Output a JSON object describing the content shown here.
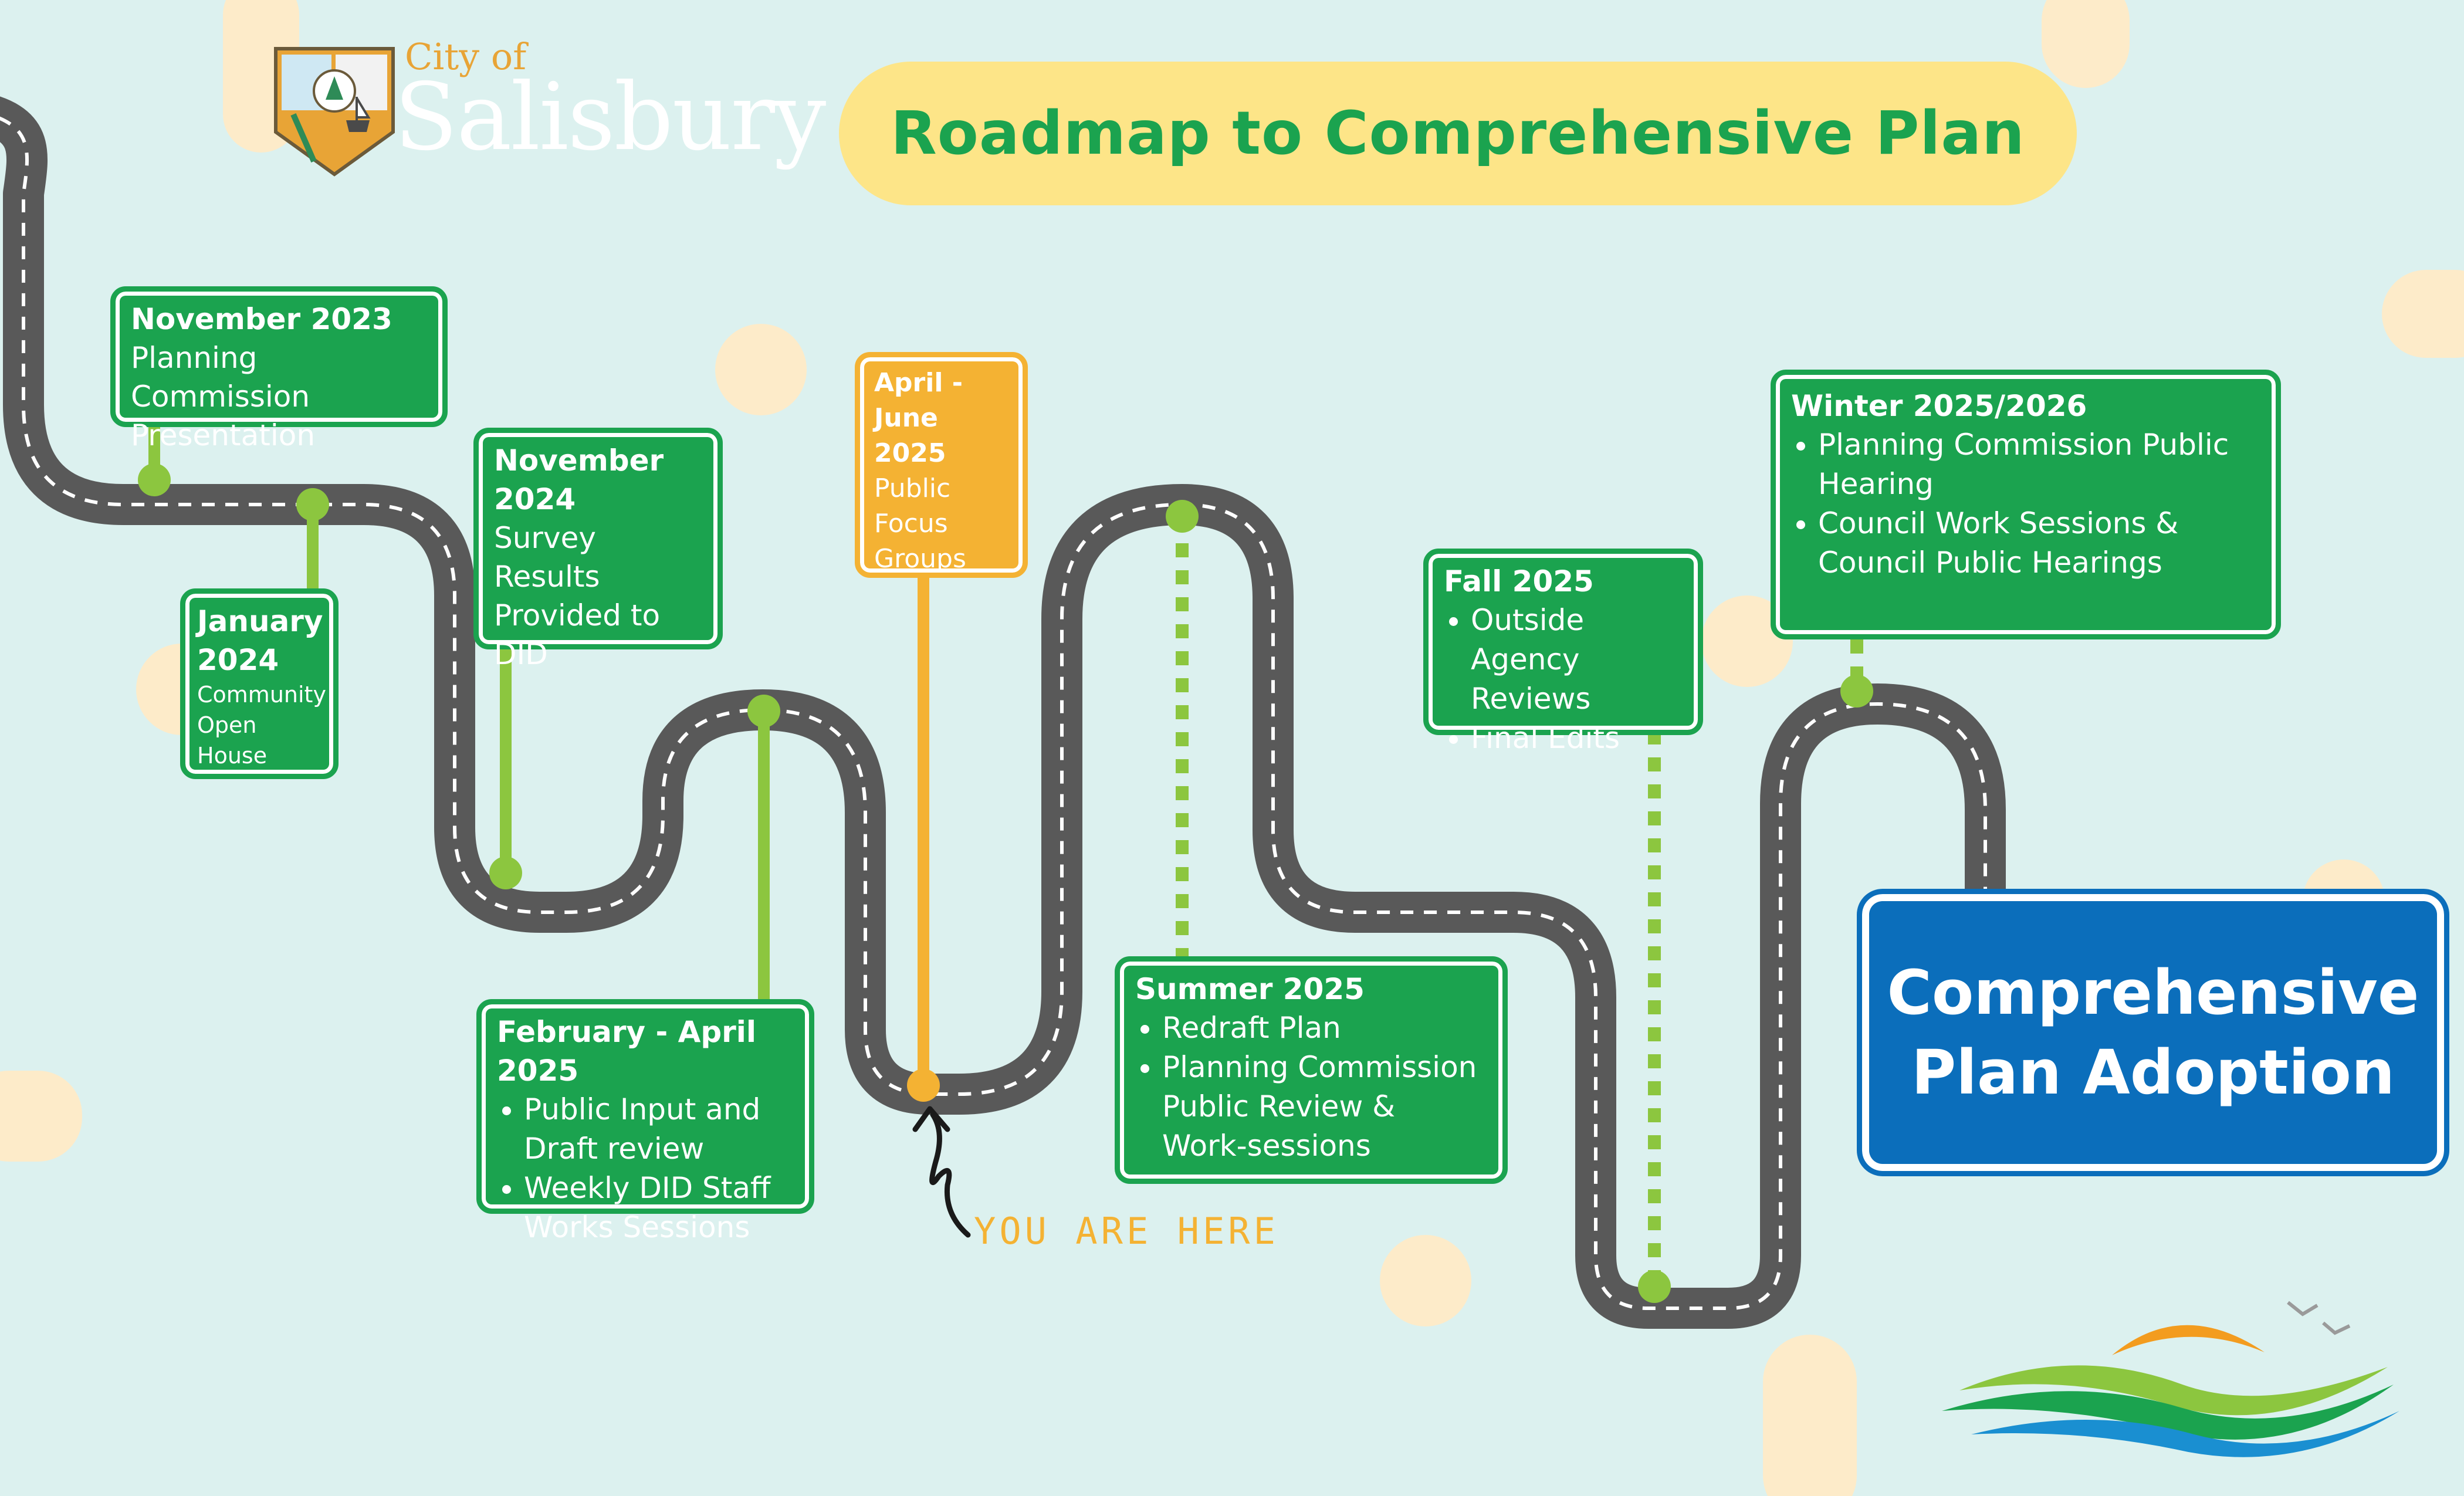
{
  "header": {
    "city_small": "City of",
    "city_big": "Salisbury",
    "title": "Roadmap to Comprehensive Plan"
  },
  "milestones": {
    "nov2023": {
      "date": "November 2023",
      "text": "Planning Commission Presentation"
    },
    "jan2024": {
      "date": "January 2024",
      "text": "Community Open House"
    },
    "nov2024": {
      "date": "November 2024",
      "text": "Survey Results Provided to DID"
    },
    "feb2025": {
      "date": "February - April 2025",
      "items": [
        "Public Input and Draft review",
        "Weekly DID Staff Works Sessions"
      ]
    },
    "apr2025": {
      "date": "April - June 2025",
      "text": "Public Focus Groups"
    },
    "sum2025": {
      "date": "Summer 2025",
      "items": [
        "Redraft Plan",
        "Planning Commission Public Review & Work-sessions"
      ]
    },
    "fall2025": {
      "date": "Fall 2025",
      "items": [
        "Outside Agency Reviews",
        "Final Edits"
      ]
    },
    "win2025": {
      "date": "Winter 2025/2026",
      "items": [
        "Planning Commission Public Hearing",
        "Council Work Sessions & Council Public Hearings"
      ]
    }
  },
  "goal": {
    "line1": "Comprehensive",
    "line2": "Plan Adoption"
  },
  "you_are_here": "YOU ARE HERE",
  "colors": {
    "green": "#1ba34f",
    "lime": "#8cc63f",
    "orange": "#f4b233",
    "blue": "#0b6ebb",
    "road": "#595959",
    "background": "#dcf1ef",
    "title_pill": "#fde588"
  },
  "icons": [
    "city-seal-icon",
    "you-are-here-arrow-icon",
    "landscape-logo-icon"
  ]
}
